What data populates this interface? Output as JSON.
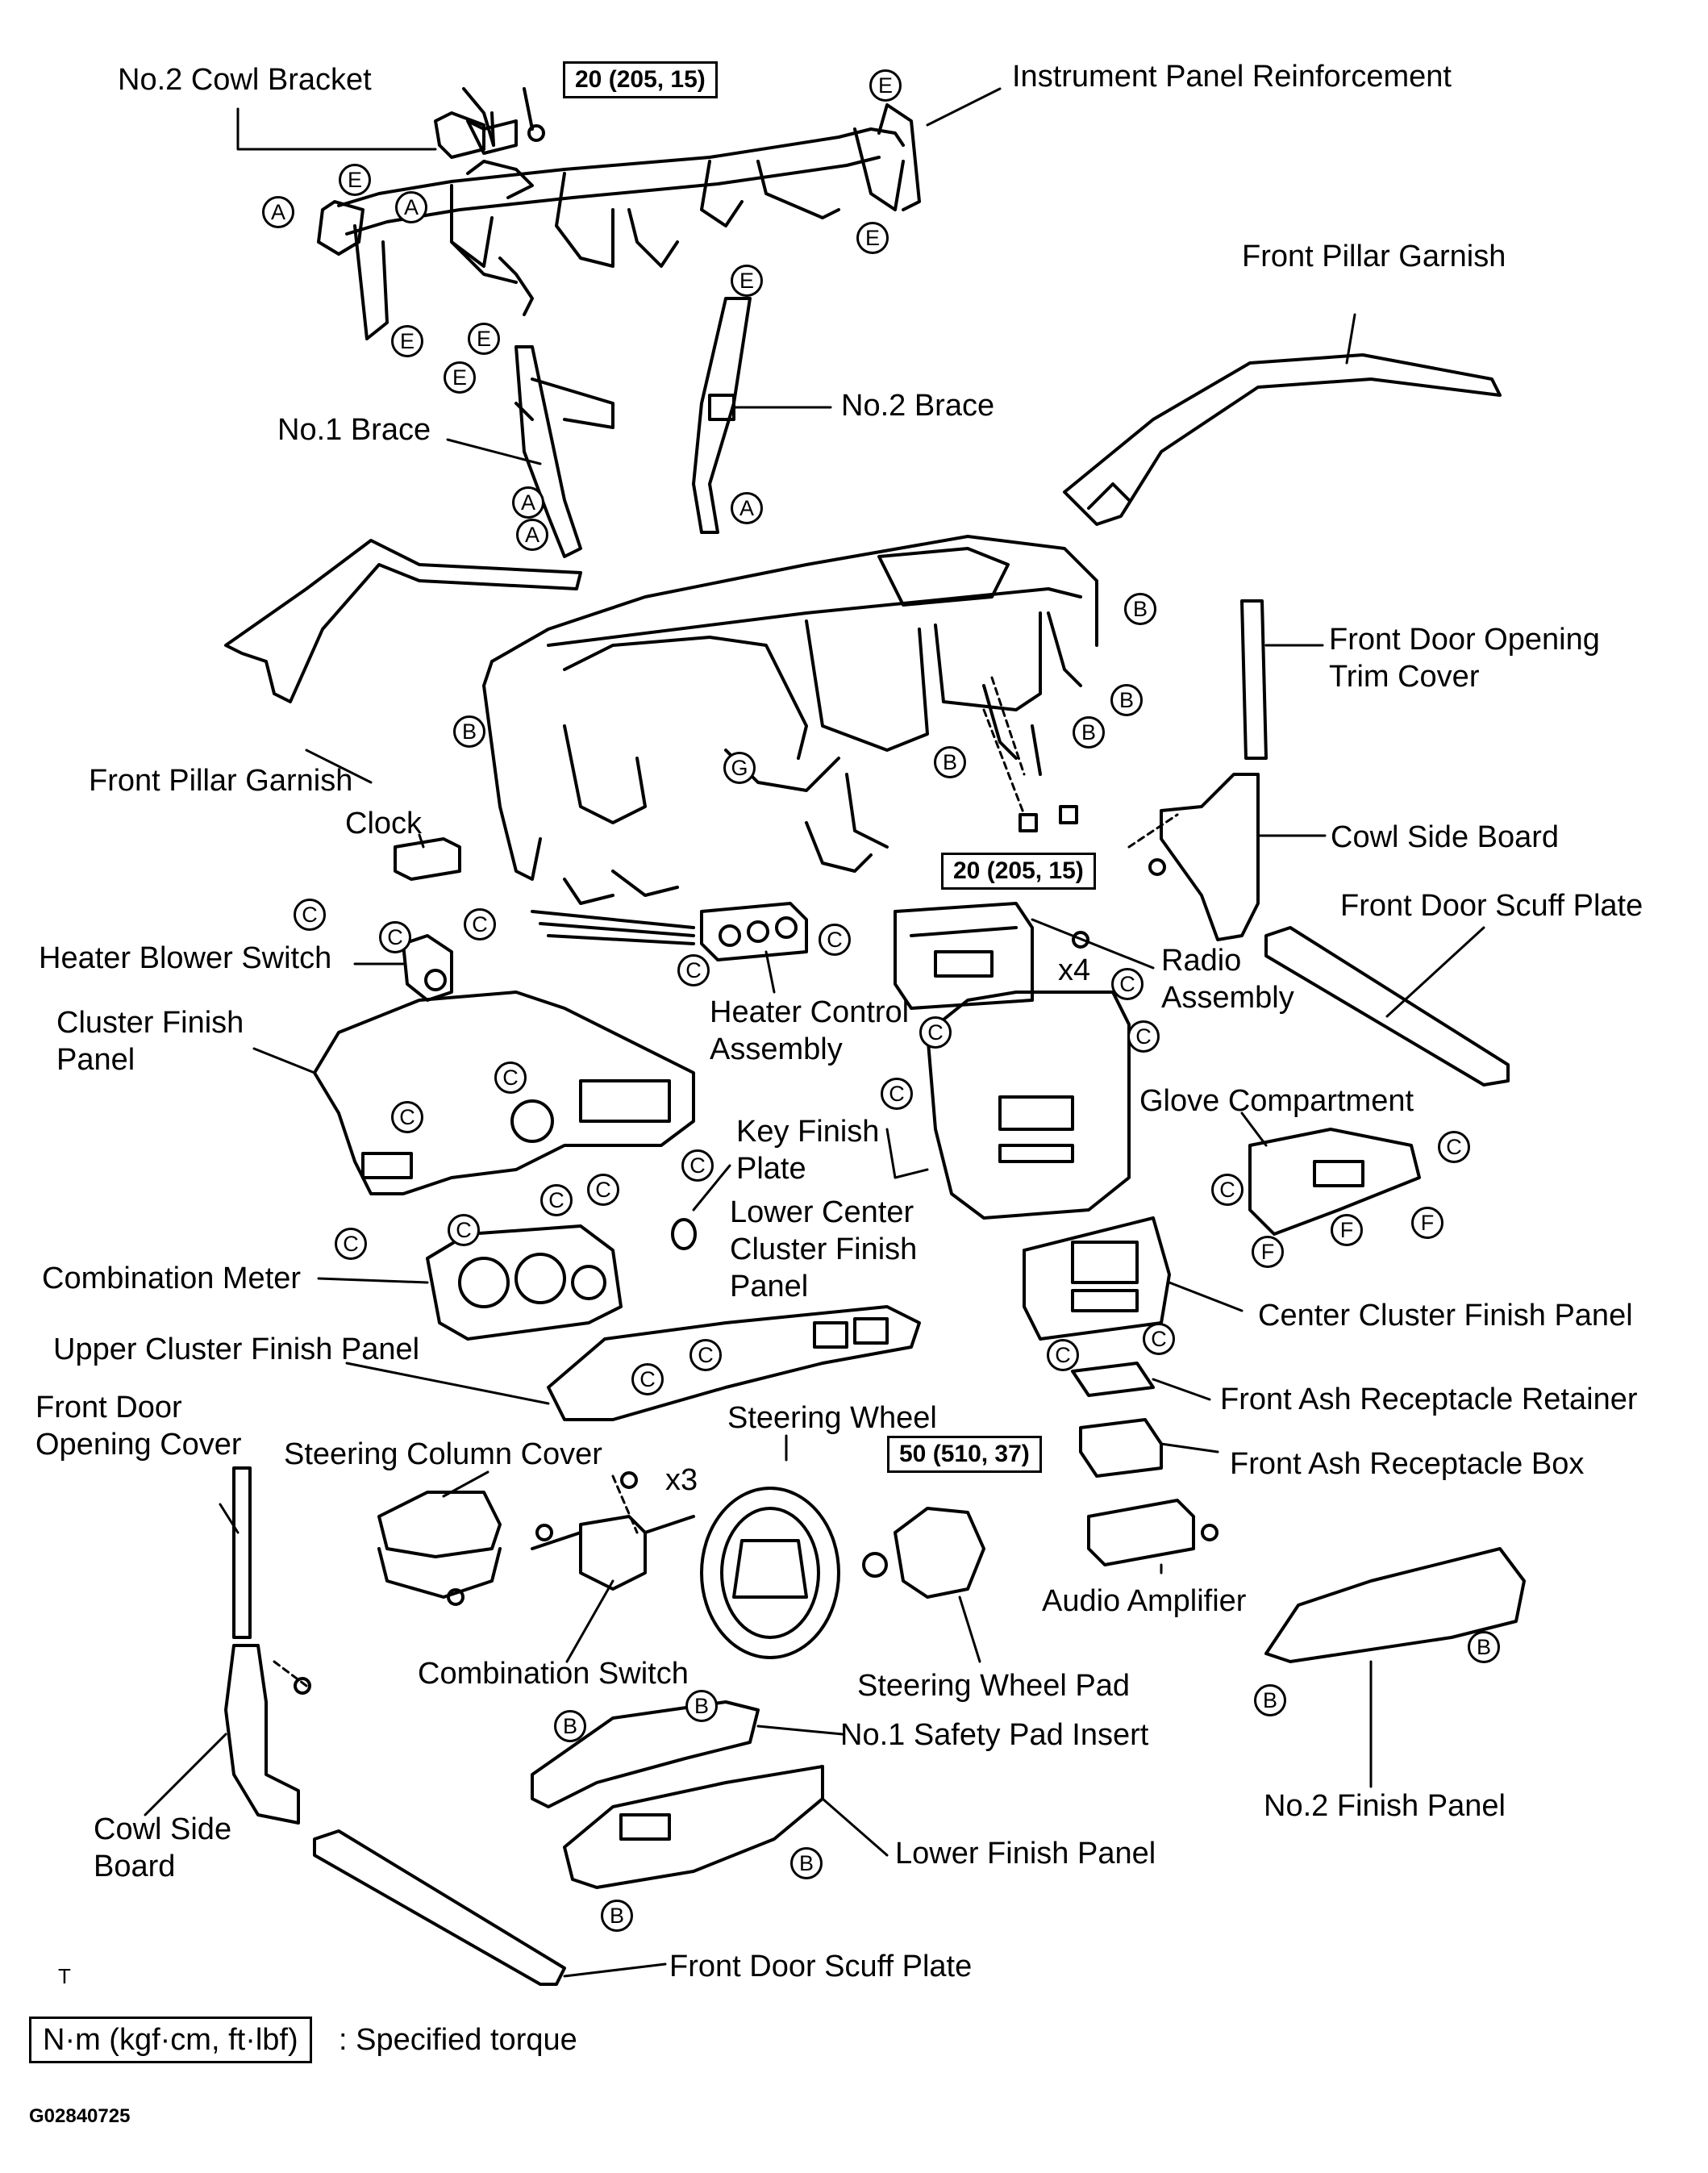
{
  "labels": {
    "cowl_bracket": "No.2 Cowl Bracket",
    "ip_reinforcement": "Instrument Panel Reinforcement",
    "pillar_garnish_r": "Front Pillar Garnish",
    "no1_brace": "No.1 Brace",
    "no2_brace": "No.2 Brace",
    "pillar_garnish_l": "Front Pillar Garnish",
    "door_trim_cover": [
      "Front Door Opening",
      "Trim Cover"
    ],
    "clock": "Clock",
    "cowl_side_board_r": "Cowl Side Board",
    "scuff_plate_r": "Front Door Scuff Plate",
    "heater_blower": "Heater Blower Switch",
    "radio_assy": [
      "Radio",
      "Assembly"
    ],
    "x4": "x4",
    "heater_control": [
      "Heater Control",
      "Assembly"
    ],
    "cluster_finish": [
      "Cluster Finish",
      "Panel"
    ],
    "glove_compartment": "Glove Compartment",
    "key_finish": [
      "Key Finish",
      "Plate"
    ],
    "lower_center_cluster": [
      "Lower Center",
      "Cluster Finish",
      "Panel"
    ],
    "combination_meter": "Combination Meter",
    "center_cluster": "Center Cluster Finish Panel",
    "upper_cluster": "Upper Cluster Finish Panel",
    "ash_retainer": "Front Ash Receptacle Retainer",
    "ash_box": "Front Ash Receptacle Box",
    "door_opening_cover": [
      "Front Door",
      "Opening Cover"
    ],
    "steering_column_cover": "Steering Column Cover",
    "steering_wheel": "Steering Wheel",
    "x3": "x3",
    "audio_amp": "Audio Amplifier",
    "combination_switch": "Combination Switch",
    "wheel_pad": "Steering Wheel Pad",
    "safety_pad_insert": "No.1 Safety Pad Insert",
    "cowl_side_board_l": [
      "Cowl Side",
      "Board"
    ],
    "no2_finish_panel": "No.2 Finish Panel",
    "lower_finish_panel": "Lower Finish Panel",
    "scuff_plate_l": "Front Door Scuff Plate"
  },
  "torques": {
    "t1": "20 (205, 15)",
    "t2": "20 (205, 15)",
    "t3": "50 (510, 37)"
  },
  "markers": {
    "A": "A",
    "B": "B",
    "C": "C",
    "E": "E",
    "F": "F",
    "G": "G"
  },
  "legend": {
    "box": "N·m (kgf·cm, ft·lbf)",
    "text": ": Specified torque"
  },
  "footer": {
    "t_mark": "T",
    "code": "G02840725"
  }
}
